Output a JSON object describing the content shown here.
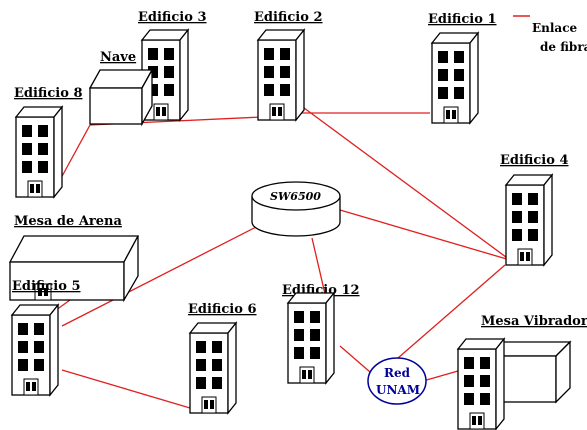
{
  "legend": {
    "line1": "Enlace",
    "line2": "de fibra",
    "color": "#e02020"
  },
  "switch": {
    "label": "SW6500"
  },
  "network": {
    "line1": "Red",
    "line2": "UNAM",
    "color": "#00009a"
  },
  "nodes": {
    "edificio1": "Edificio 1",
    "edificio2": "Edificio 2",
    "edificio3": "Edificio 3",
    "nave": "Nave",
    "edificio8": "Edificio 8",
    "edificio4": "Edificio 4",
    "mesa_arena": "Mesa de Arena",
    "edificio5": "Edificio 5",
    "edificio6": "Edificio 6",
    "edificio12": "Edificio 12",
    "mesa_vibradora": "Mesa Vibradora"
  }
}
